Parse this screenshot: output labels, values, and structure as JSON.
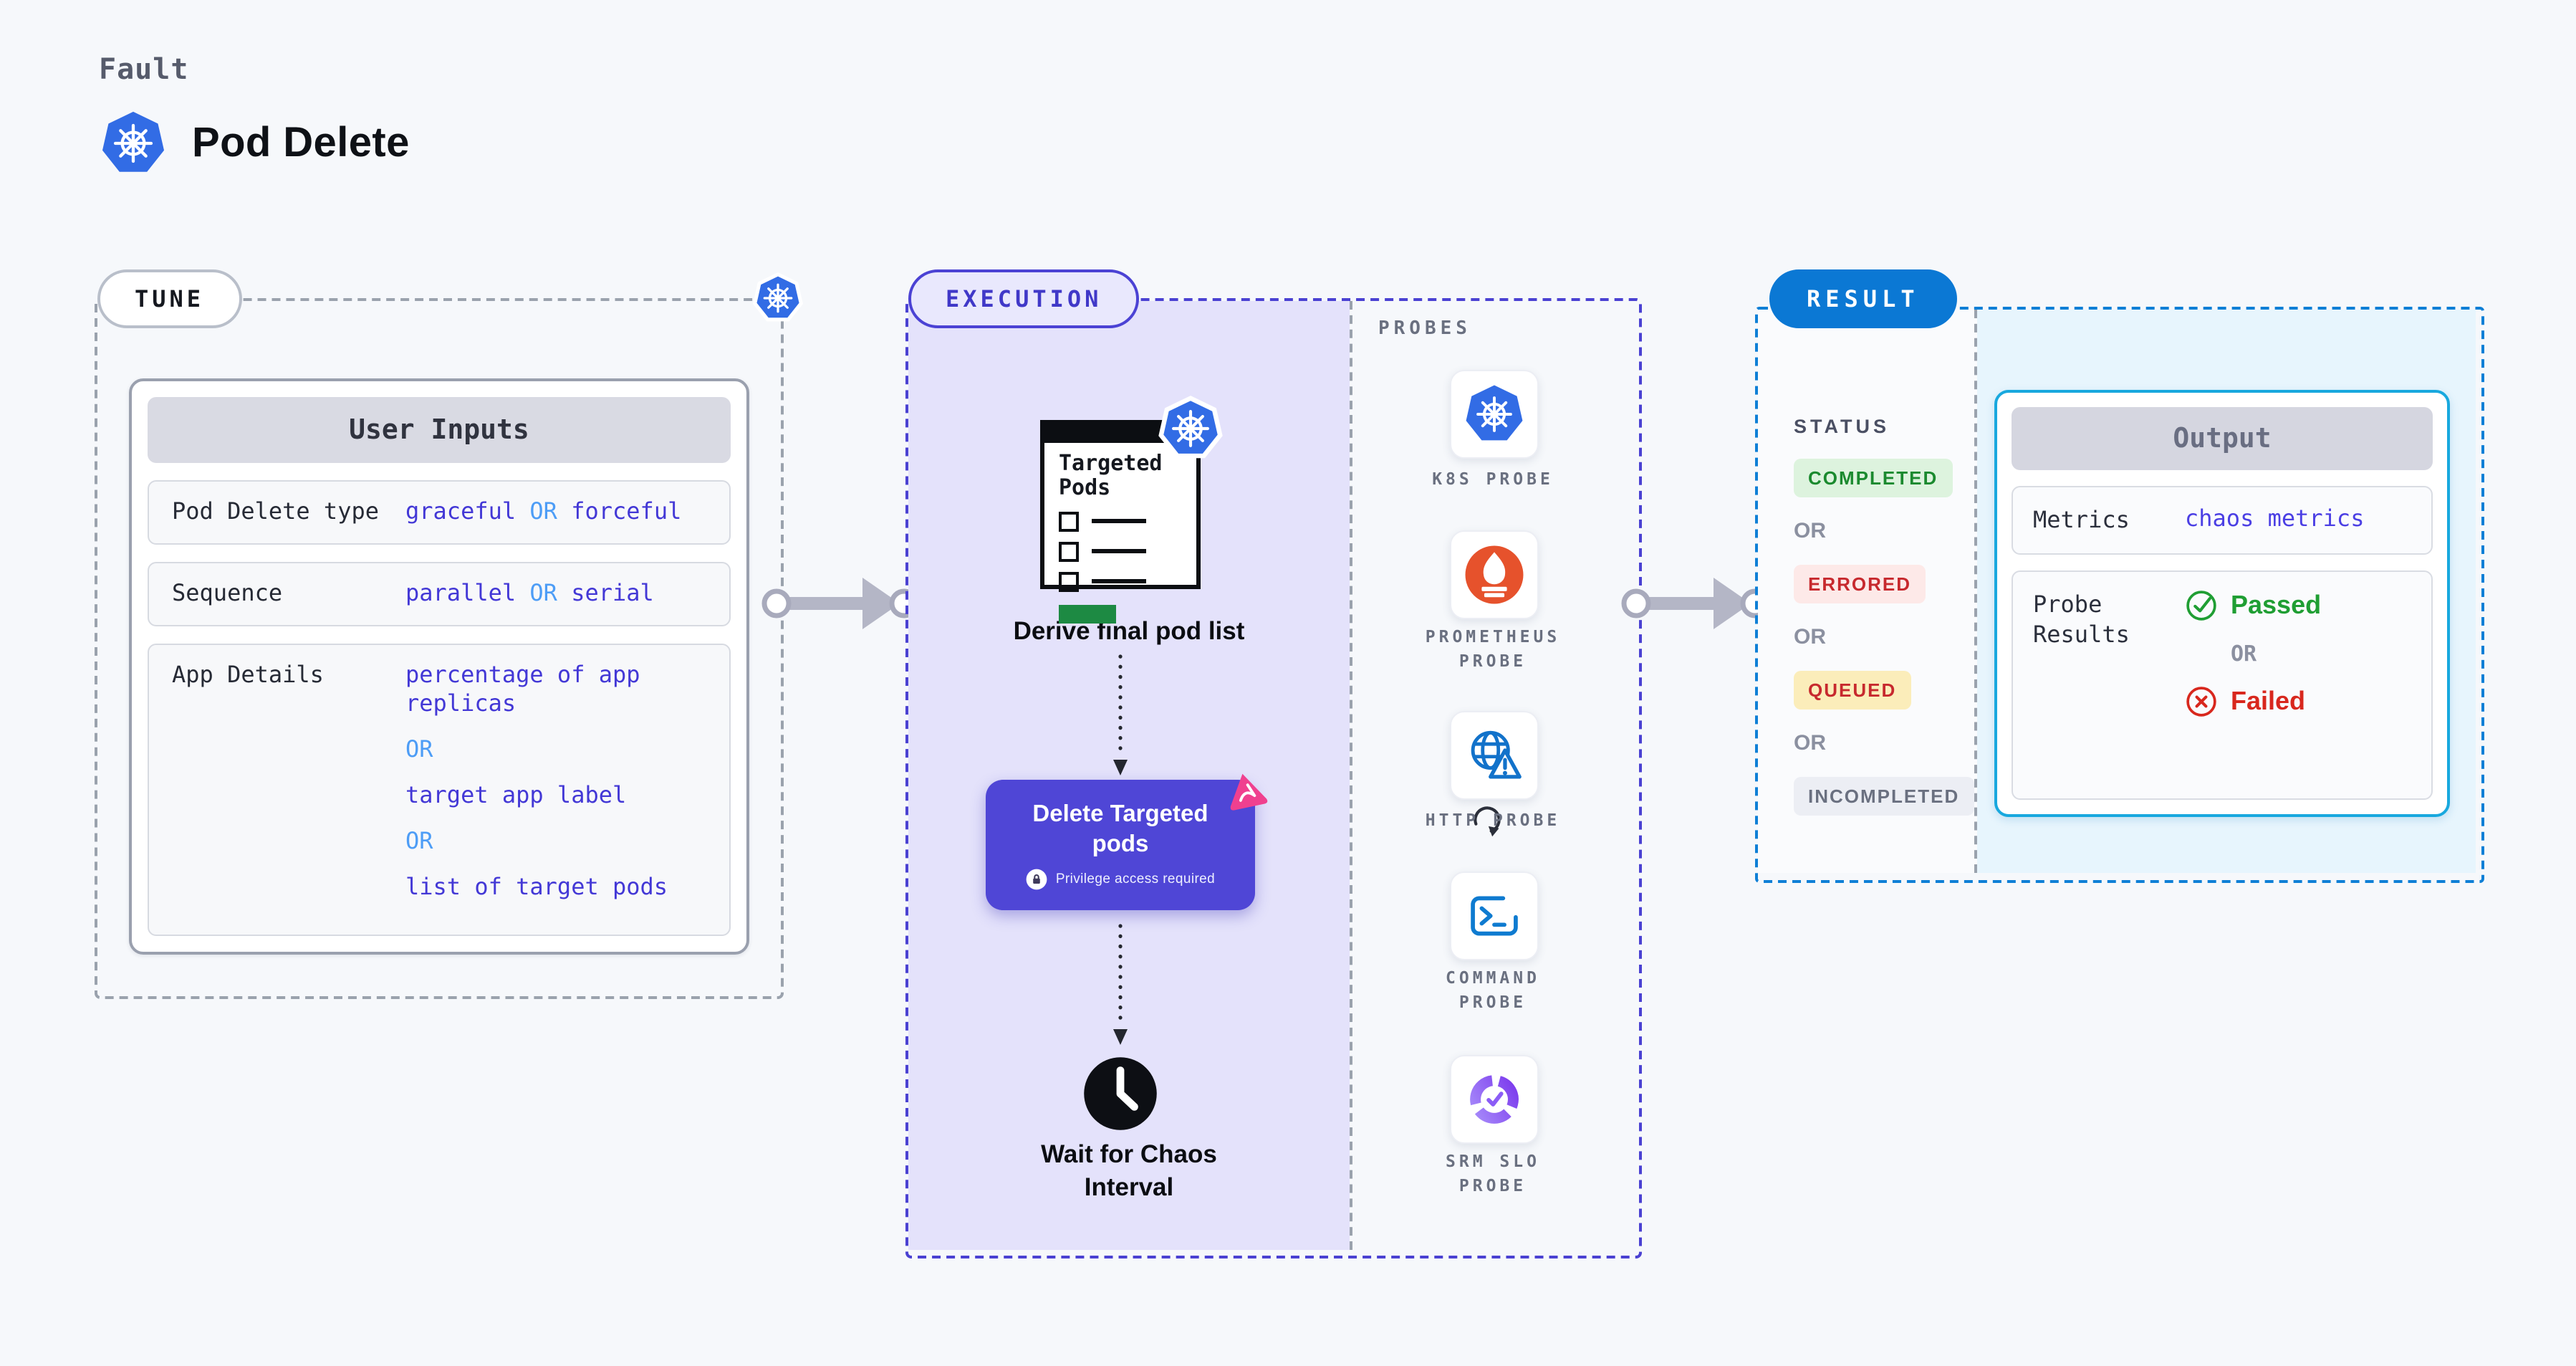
{
  "header": {
    "eyebrow": "Fault",
    "title": "Pod Delete"
  },
  "tune": {
    "pill": "TUNE",
    "card_title": "User Inputs",
    "rows": [
      {
        "label": "Pod Delete type",
        "parts": [
          "graceful",
          "OR",
          "forceful"
        ]
      },
      {
        "label": "Sequence",
        "parts": [
          "parallel",
          "OR",
          "serial"
        ]
      },
      {
        "label": "App Details",
        "lines": [
          "percentage of app replicas",
          "OR",
          "target app label",
          "OR",
          "list of target pods"
        ]
      }
    ]
  },
  "execution": {
    "pill": "EXECUTION",
    "targeted_title": "Targeted\nPods",
    "derive_caption": "Derive final pod list",
    "delete_title": "Delete Targeted pods",
    "privilege": "Privilege access required",
    "wait_caption": "Wait for Chaos\nInterval",
    "probes_title": "PROBES",
    "probes": [
      {
        "icon": "k8s-probe-icon",
        "label": "K8S PROBE"
      },
      {
        "icon": "prometheus-probe-icon",
        "label": "PROMETHEUS\nPROBE"
      },
      {
        "icon": "http-probe-icon",
        "label": "HTTP PROBE"
      },
      {
        "icon": "command-probe-icon",
        "label": "COMMAND\nPROBE"
      },
      {
        "icon": "srm-slo-probe-icon",
        "label": "SRM SLO\nPROBE"
      }
    ]
  },
  "result": {
    "pill": "RESULT",
    "status_title": "STATUS",
    "or": "OR",
    "statuses": [
      {
        "label": "COMPLETED",
        "kind": "green"
      },
      {
        "label": "ERRORED",
        "kind": "red"
      },
      {
        "label": "QUEUED",
        "kind": "yellow"
      },
      {
        "label": "INCOMPLETED",
        "kind": "gray"
      }
    ],
    "output": {
      "title": "Output",
      "metrics_label": "Metrics",
      "metrics_value": "chaos metrics",
      "probe_label": "Probe\nResults",
      "passed": "Passed",
      "failed": "Failed"
    }
  },
  "colors": {
    "page_bg": "#f6f8fb",
    "kubernetes_blue": "#326ce5",
    "indigo_value": "#4338d6",
    "or_blue": "#4d9df6",
    "execution_border": "#4a41d2",
    "execution_panel": "#e4e2fb",
    "delete_button": "#4f46d6",
    "result_blue": "#0b78d4",
    "output_border": "#18a8de",
    "output_area_bg": "#e7f5fd",
    "completed_green": "#1b8a2f",
    "errored_red": "#c7292e",
    "passed_green": "#1f9e33",
    "failed_red": "#d8271d",
    "prometheus_orange": "#e6522c",
    "srm_purple": "#7c3aed",
    "litmus_pink": "#f0408f",
    "arrow_gray": "#b4b6c6"
  }
}
